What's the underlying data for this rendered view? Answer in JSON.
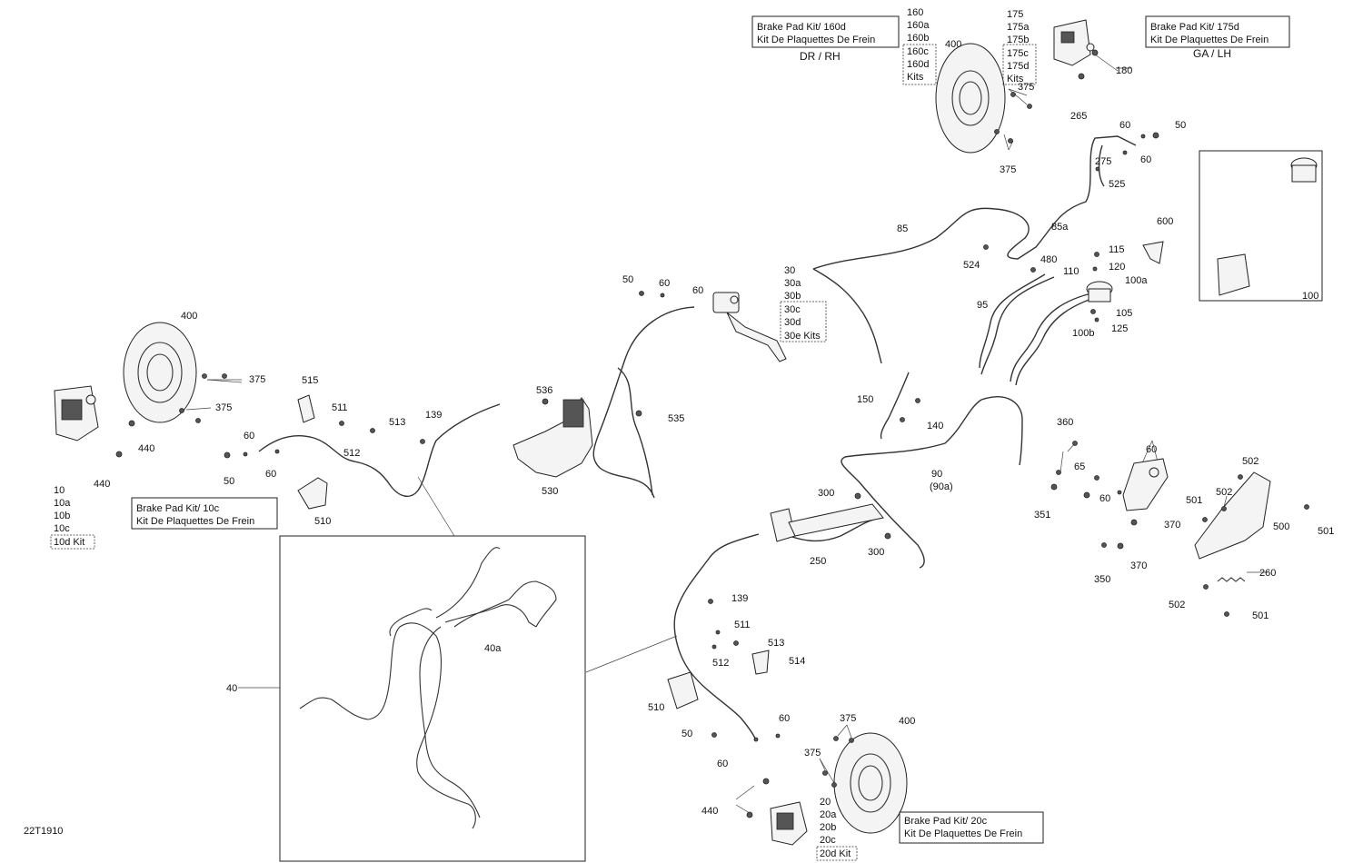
{
  "drawing_id": "22T1910",
  "kit_boxes": [
    {
      "id": "kit-160d",
      "line1": "Brake Pad Kit/ 160d",
      "line2": "Kit De Plaquettes De Frein",
      "side": "DR / RH"
    },
    {
      "id": "kit-175d",
      "line1": "Brake Pad Kit/ 175d",
      "line2": "Kit De Plaquettes De Frein",
      "side": "GA / LH"
    },
    {
      "id": "kit-10c",
      "line1": "Brake Pad Kit/ 10c",
      "line2": "Kit De Plaquettes De Frein",
      "side": ""
    },
    {
      "id": "kit-20c",
      "line1": "Brake Pad Kit/ 20c",
      "line2": "Kit De Plaquettes De Frein",
      "side": ""
    }
  ],
  "label_stacks": [
    {
      "id": "stack-160",
      "items": [
        "160",
        "160a",
        "160b",
        "160c",
        "160d",
        "Kits"
      ],
      "boxed_from": 3
    },
    {
      "id": "stack-175",
      "items": [
        "175",
        "175a",
        "175b",
        "175c",
        "175d",
        "Kits"
      ],
      "boxed_from": 3
    },
    {
      "id": "stack-30",
      "items": [
        "30",
        "30a",
        "30b",
        "30c",
        "30d",
        "30e Kits"
      ],
      "boxed_from": 3
    },
    {
      "id": "stack-10",
      "items": [
        "10",
        "10a",
        "10b",
        "10c",
        "10d Kit"
      ],
      "boxed_from": 4
    },
    {
      "id": "stack-20",
      "items": [
        "20",
        "20a",
        "20b",
        "20c",
        "20d Kit"
      ],
      "boxed_from": 4
    }
  ],
  "callouts": [
    {
      "id": "c-400-top",
      "text": "400"
    },
    {
      "id": "c-180",
      "text": "180"
    },
    {
      "id": "c-375-t1",
      "text": "375"
    },
    {
      "id": "c-375-t2",
      "text": "375"
    },
    {
      "id": "c-265",
      "text": "265"
    },
    {
      "id": "c-60-a",
      "text": "60"
    },
    {
      "id": "c-50-a",
      "text": "50"
    },
    {
      "id": "c-275",
      "text": "275"
    },
    {
      "id": "c-60-b",
      "text": "60"
    },
    {
      "id": "c-525",
      "text": "525"
    },
    {
      "id": "c-85",
      "text": "85"
    },
    {
      "id": "c-85a",
      "text": "85a"
    },
    {
      "id": "c-524",
      "text": "524"
    },
    {
      "id": "c-480",
      "text": "480"
    },
    {
      "id": "c-115",
      "text": "115"
    },
    {
      "id": "c-110",
      "text": "110"
    },
    {
      "id": "c-120",
      "text": "120"
    },
    {
      "id": "c-600",
      "text": "600"
    },
    {
      "id": "c-100a",
      "text": "100a"
    },
    {
      "id": "c-95",
      "text": "95"
    },
    {
      "id": "c-105",
      "text": "105"
    },
    {
      "id": "c-125",
      "text": "125"
    },
    {
      "id": "c-100b",
      "text": "100b"
    },
    {
      "id": "c-100",
      "text": "100"
    },
    {
      "id": "c-50-b",
      "text": "50"
    },
    {
      "id": "c-60-c",
      "text": "60"
    },
    {
      "id": "c-60-d",
      "text": "60"
    },
    {
      "id": "c-400-left",
      "text": "400"
    },
    {
      "id": "c-375-l1",
      "text": "375"
    },
    {
      "id": "c-375-l2",
      "text": "375"
    },
    {
      "id": "c-440-a",
      "text": "440"
    },
    {
      "id": "c-440-b",
      "text": "440"
    },
    {
      "id": "c-515",
      "text": "515"
    },
    {
      "id": "c-511-a",
      "text": "511"
    },
    {
      "id": "c-513-a",
      "text": "513"
    },
    {
      "id": "c-139-a",
      "text": "139"
    },
    {
      "id": "c-512-a",
      "text": "512"
    },
    {
      "id": "c-60-e",
      "text": "60"
    },
    {
      "id": "c-60-f",
      "text": "60"
    },
    {
      "id": "c-50-c",
      "text": "50"
    },
    {
      "id": "c-510-a",
      "text": "510"
    },
    {
      "id": "c-536",
      "text": "536"
    },
    {
      "id": "c-535",
      "text": "535"
    },
    {
      "id": "c-530",
      "text": "530"
    },
    {
      "id": "c-150",
      "text": "150"
    },
    {
      "id": "c-140",
      "text": "140"
    },
    {
      "id": "c-90",
      "text": "90"
    },
    {
      "id": "c-90a",
      "text": "(90a)"
    },
    {
      "id": "c-360",
      "text": "360"
    },
    {
      "id": "c-65",
      "text": "65"
    },
    {
      "id": "c-60-g",
      "text": "60"
    },
    {
      "id": "c-60-h",
      "text": "60"
    },
    {
      "id": "c-351",
      "text": "351"
    },
    {
      "id": "c-370-a",
      "text": "370"
    },
    {
      "id": "c-370-b",
      "text": "370"
    },
    {
      "id": "c-350",
      "text": "350"
    },
    {
      "id": "c-502-a",
      "text": "502"
    },
    {
      "id": "c-502-b",
      "text": "502"
    },
    {
      "id": "c-502-c",
      "text": "502"
    },
    {
      "id": "c-501-a",
      "text": "501"
    },
    {
      "id": "c-501-b",
      "text": "501"
    },
    {
      "id": "c-501-c",
      "text": "501"
    },
    {
      "id": "c-500",
      "text": "500"
    },
    {
      "id": "c-260",
      "text": "260"
    },
    {
      "id": "c-300-a",
      "text": "300"
    },
    {
      "id": "c-300-b",
      "text": "300"
    },
    {
      "id": "c-250",
      "text": "250"
    },
    {
      "id": "c-40",
      "text": "40"
    },
    {
      "id": "c-40a",
      "text": "40a"
    },
    {
      "id": "c-139-b",
      "text": "139"
    },
    {
      "id": "c-511-b",
      "text": "511"
    },
    {
      "id": "c-513-b",
      "text": "513"
    },
    {
      "id": "c-512-b",
      "text": "512"
    },
    {
      "id": "c-514",
      "text": "514"
    },
    {
      "id": "c-510-b",
      "text": "510"
    },
    {
      "id": "c-50-d",
      "text": "50"
    },
    {
      "id": "c-60-i",
      "text": "60"
    },
    {
      "id": "c-60-j",
      "text": "60"
    },
    {
      "id": "c-375-b1",
      "text": "375"
    },
    {
      "id": "c-375-b2",
      "text": "375"
    },
    {
      "id": "c-400-bottom",
      "text": "400"
    },
    {
      "id": "c-440-c",
      "text": "440"
    }
  ]
}
